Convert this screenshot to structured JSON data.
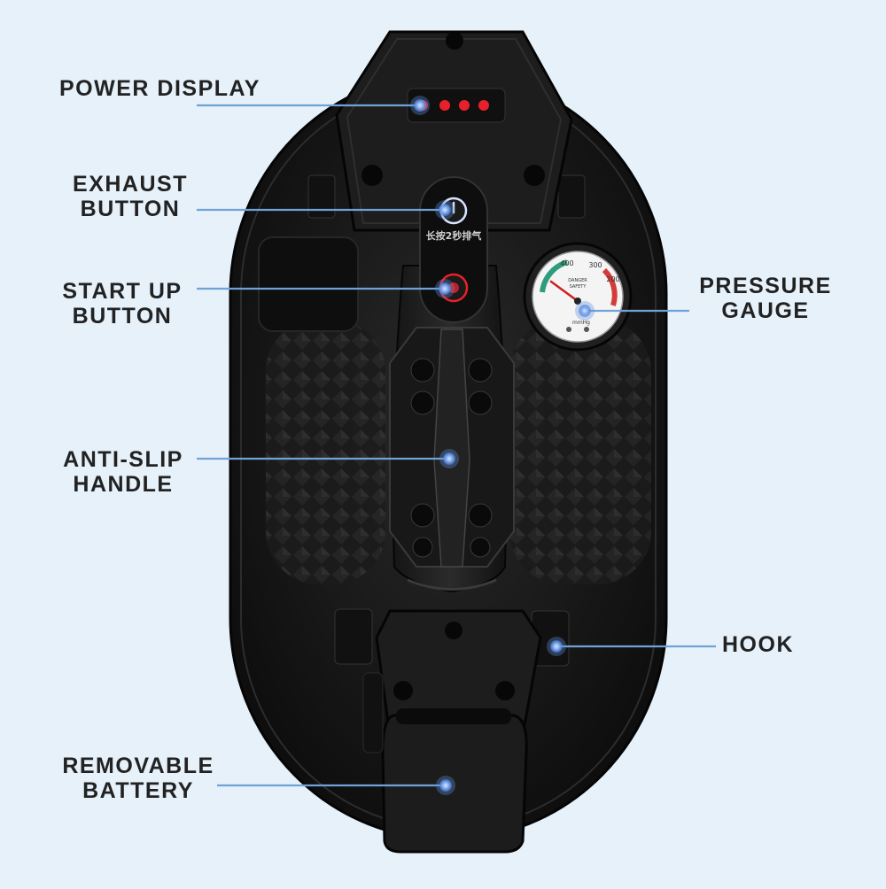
{
  "callouts": {
    "power_display": "POWER DISPLAY",
    "exhaust_button": [
      "EXHAUST",
      "BUTTON"
    ],
    "start_up_button": [
      "START UP",
      "BUTTON"
    ],
    "anti_slip_handle": [
      "ANTI-SLIP",
      "HANDLE"
    ],
    "removable_battery": [
      "REMOVABLE",
      "BATTERY"
    ],
    "pressure_gauge": [
      "PRESSURE",
      "GAUGE"
    ],
    "hook": "HOOK"
  },
  "device": {
    "exhaust_caption": "长按2秒排气",
    "gauge_ticks": [
      "400",
      "300",
      "200"
    ],
    "gauge_text_danger": "DANGER",
    "gauge_text_safety": "SAFETY",
    "gauge_unit": "mmHg"
  },
  "colors": {
    "background": "#e6f1fa",
    "callout_line": "#6fa3d8",
    "callout_dot": "#5c8fe0",
    "led_red": "#e8202a",
    "device_body": "#1a1a1a"
  }
}
